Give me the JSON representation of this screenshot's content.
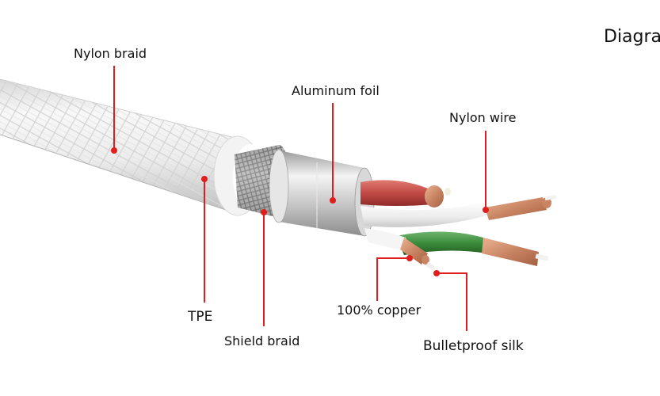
{
  "title": "Diagra",
  "labels": {
    "nylon_braid": "Nylon braid",
    "aluminum_foil": "Aluminum foil",
    "nylon_wire": "Nylon wire",
    "tpe": "TPE",
    "shield_braid": "Shield braid",
    "copper": "100% copper",
    "bulletproof_silk": "Bulletproof silk"
  },
  "colors": {
    "callout_line": "#e01e1e",
    "callout_dot": "#e01e1e",
    "jacket": "#eeeeee",
    "red_wire": "#c9524c",
    "green_wire": "#3f8a3f",
    "white_wire": "#f2f2f2",
    "copper": "#d19170",
    "foil": "#c8c8c8"
  }
}
